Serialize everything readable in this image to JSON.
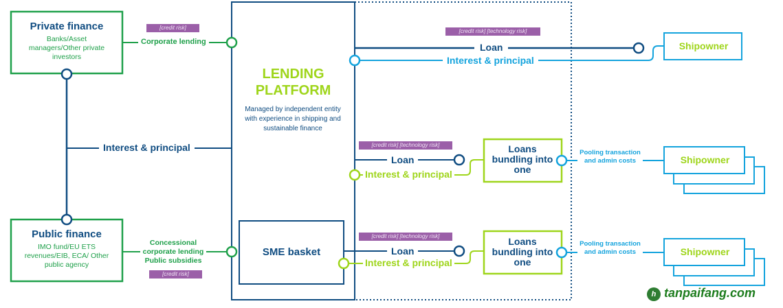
{
  "colors": {
    "navy": "#0f4c81",
    "green": "#1fa04a",
    "lime": "#9ed51a",
    "cyan": "#13a3dd",
    "risk_tag": "#9b5fa8"
  },
  "private_finance": {
    "title": "Private finance",
    "subtitle": "Banks/Asset managers/Other private investors",
    "link_label": "Corporate lending",
    "risk": "[credit risk]"
  },
  "public_finance": {
    "title": "Public finance",
    "subtitle": "IMO fund/EU ETS revenues/EIB, ECA/ Other public agency",
    "link_label": "Concessional corporate lending Public subsidies",
    "risk": "[credit risk]"
  },
  "left_flow": {
    "label": "Interest & principal"
  },
  "platform": {
    "title_line1": "LENDING",
    "title_line2": "PLATFORM",
    "description": "Managed by independent entity with experience in shipping and sustainable finance",
    "sme_basket": "SME basket"
  },
  "flow_top": {
    "risk": "[credit risk] [technology risk]",
    "loan": "Loan",
    "return": "Interest & principal",
    "shipowner": "Shipowner"
  },
  "flow_mid": {
    "risk": "[credit risk] [technology risk]",
    "loan": "Loan",
    "return": "Interest & principal",
    "bundle": "Loans bundling into one",
    "pooling": "Pooling transaction and admin costs",
    "shipowner": "Shipowner"
  },
  "flow_bottom": {
    "risk": "[credit risk] [technology risk]",
    "loan": "Loan",
    "return": "Interest & principal",
    "bundle": "Loans bundling into one",
    "pooling": "Pooling transaction and admin costs",
    "shipowner": "Shipowner"
  },
  "watermark": {
    "text": "tanpaifang.com"
  }
}
